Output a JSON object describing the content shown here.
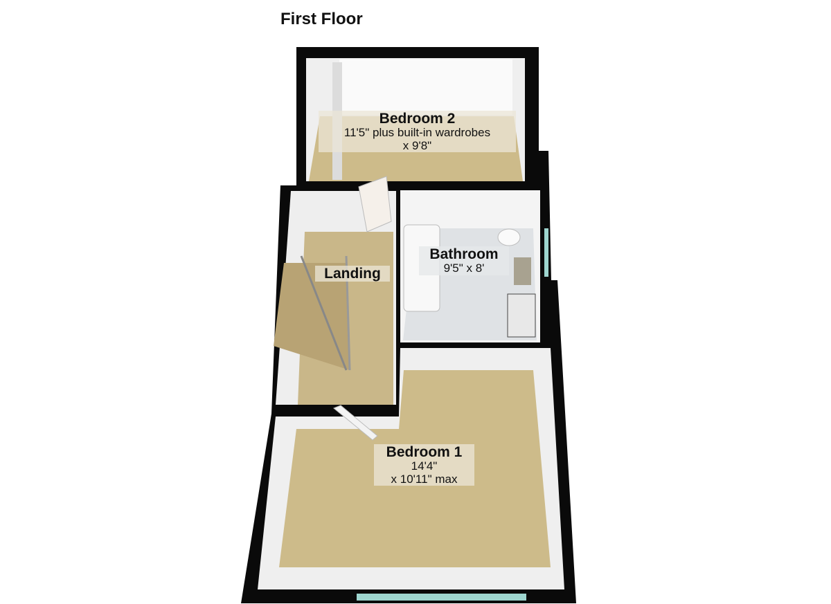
{
  "title": "First Floor",
  "rooms": {
    "bedroom2": {
      "name": "Bedroom 2",
      "dim1": "11'5\" plus built-in wardrobes",
      "dim2": "x 9'8\""
    },
    "bathroom": {
      "name": "Bathroom",
      "dim1": "9'5\" x 8'"
    },
    "landing": {
      "name": "Landing"
    },
    "bedroom1": {
      "name": "Bedroom 1",
      "dim1": "14'4\"",
      "dim2": "x 10'11\" max"
    }
  },
  "colors": {
    "wall": "#0a0a0a",
    "floor": "#cdbb8a",
    "inner_wall": "#f2f2f2",
    "tile": "#e4e6e8",
    "window": "#9ed6cf"
  }
}
